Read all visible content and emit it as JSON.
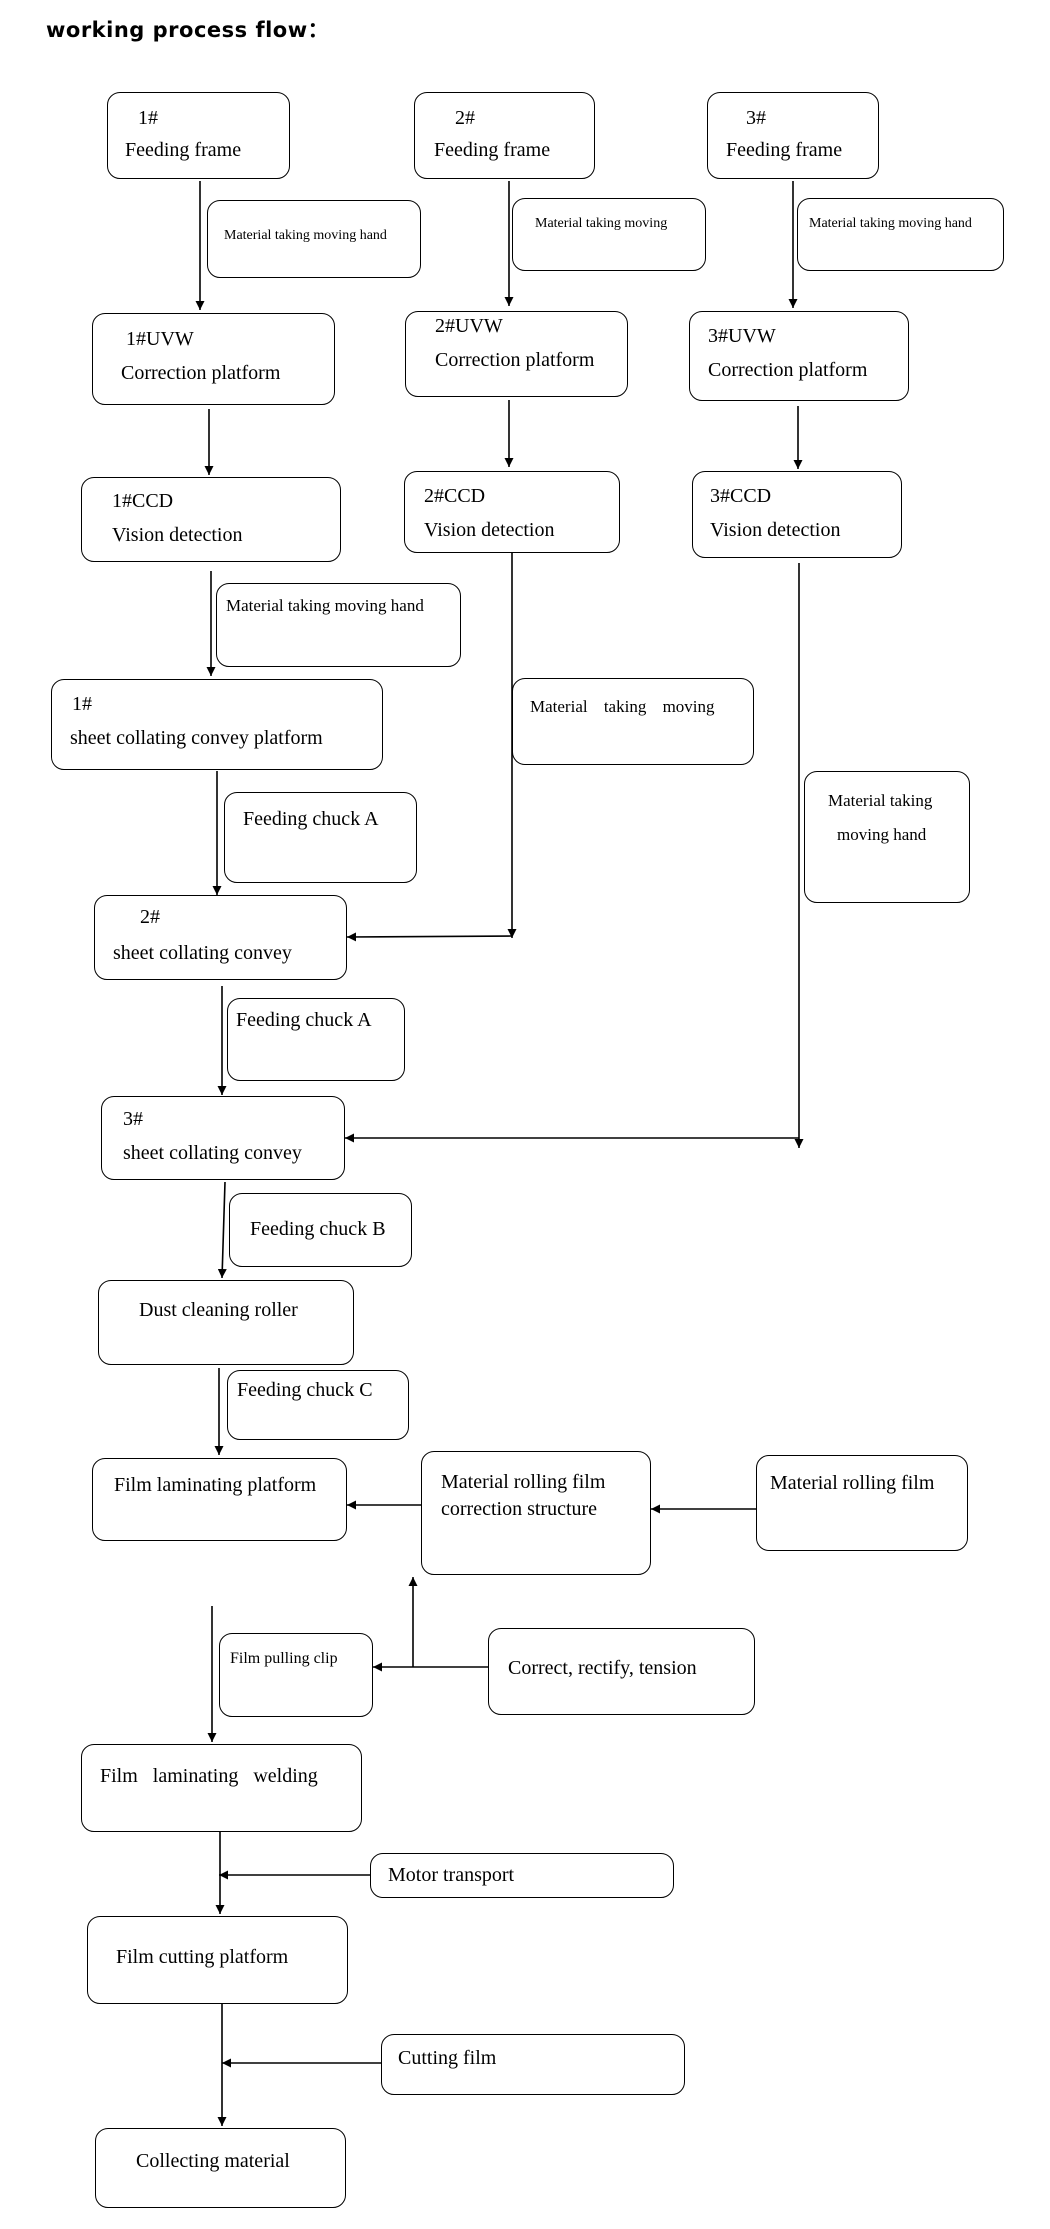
{
  "title": "working process flow：",
  "nodes": {
    "feed1": {
      "line1": "1#",
      "line2": "Feeding frame"
    },
    "feed2": {
      "line1": "2#",
      "line2": "Feeding frame"
    },
    "feed3": {
      "line1": "3#",
      "line2": "Feeding frame"
    },
    "hand1": {
      "line1": "Material taking moving hand"
    },
    "hand2": {
      "line1": "Material taking moving"
    },
    "hand3": {
      "line1": "Material taking moving hand"
    },
    "uvw1": {
      "line1": "1#UVW",
      "line2": "Correction platform"
    },
    "uvw2": {
      "line1": "2#UVW",
      "line2": "Correction platform"
    },
    "uvw3": {
      "line1": "3#UVW",
      "line2": "Correction platform"
    },
    "ccd1": {
      "line1": "1#CCD",
      "line2": "Vision detection"
    },
    "ccd2": {
      "line1": "2#CCD",
      "line2": "Vision detection"
    },
    "ccd3": {
      "line1": "3#CCD",
      "line2": "Vision detection"
    },
    "hand4": {
      "line1": "Material taking moving hand"
    },
    "hand5": {
      "line1": "Material taking moving"
    },
    "hand6": {
      "line1": "Material taking",
      "line2": "moving hand"
    },
    "coll1": {
      "line1": "1#",
      "line2": "sheet collating convey platform"
    },
    "chuckA1": {
      "line1": "Feeding chuck A"
    },
    "coll2": {
      "line1": "2#",
      "line2": "sheet collating convey"
    },
    "chuckA2": {
      "line1": "Feeding chuck A"
    },
    "coll3": {
      "line1": "3#",
      "line2": "sheet collating convey"
    },
    "chuckB": {
      "line1": "Feeding chuck B"
    },
    "dust": {
      "line1": "Dust cleaning roller"
    },
    "chuckC": {
      "line1": "Feeding chuck C"
    },
    "filmlam": {
      "line1": "Film laminating platform"
    },
    "rollcorr": {
      "line1": "Material rolling film",
      "line2": "correction structure"
    },
    "rollfilm": {
      "line1": "Material rolling film"
    },
    "pullclip": {
      "line1": "Film pulling clip"
    },
    "correct": {
      "line1": "Correct, rectify, tension"
    },
    "weld": {
      "line1": "Film   laminating   welding"
    },
    "motor": {
      "line1": "Motor transport"
    },
    "cutplat": {
      "line1": "Film cutting platform"
    },
    "cutfilm": {
      "line1": "Cutting film"
    },
    "collect": {
      "line1": "Collecting material"
    }
  }
}
